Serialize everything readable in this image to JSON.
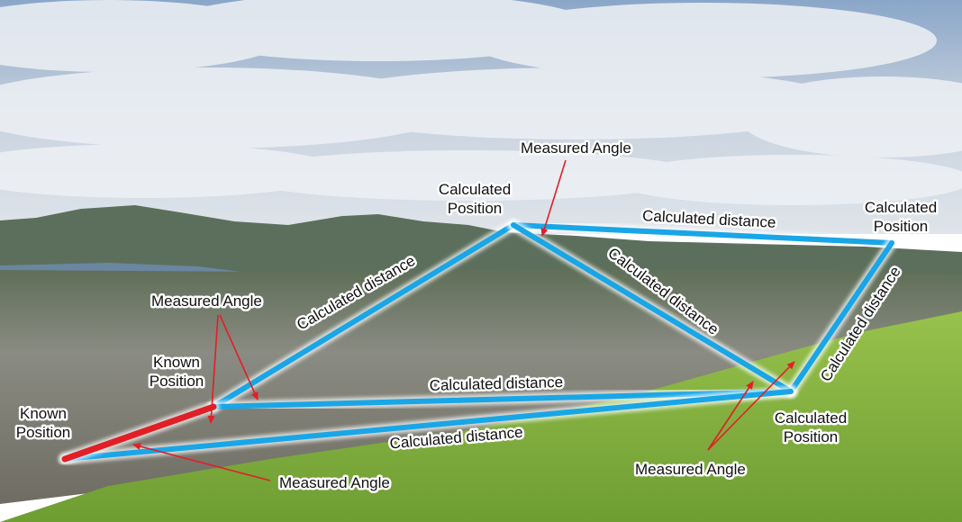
{
  "colors": {
    "sky_top": "#7f9ec4",
    "cloud": "#e9edf2",
    "mountain": "#566b57",
    "lake": "#5e7a95",
    "town": "#7d7c74",
    "hill_grass": "#86b443",
    "traverse_line": "#19a6e6",
    "baseline": "#e11f26",
    "arrow": "#e11f26"
  },
  "labels": {
    "measured_angle_top": "Measured Angle",
    "calculated_position_1": "Calculated\nPosition",
    "calculated_position_2": "Calculated\nPosition",
    "calculated_position_3": "Calculated\nPosition",
    "calculated_distance_top": "Calculated distance",
    "calculated_distance_left": "Calculated distance",
    "calculated_distance_diag": "Calculated distance",
    "calculated_distance_right": "Calculated distance",
    "calculated_distance_mid": "Calculated distance",
    "calculated_distance_bottom": "Calculated distance",
    "measured_angle_left": "Measured Angle",
    "known_position_1": "Known\nPosition",
    "known_position_2": "Known\nPosition",
    "measured_angle_bottom": "Measured Angle",
    "measured_angle_right": "Measured Angle"
  }
}
